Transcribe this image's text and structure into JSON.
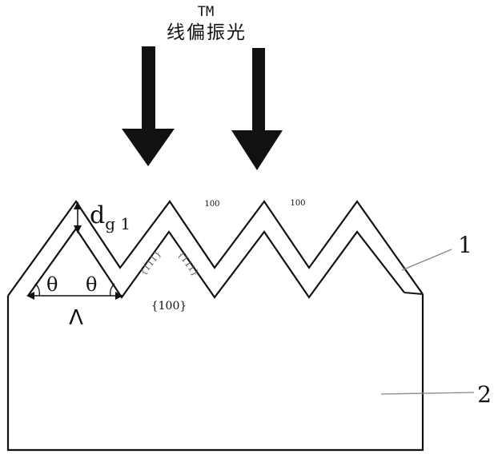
{
  "light": {
    "polarization": "TM",
    "description": "线偏振光"
  },
  "labels": {
    "depth_symbol": "d",
    "depth_subscript": "g 1",
    "angle_left": "θ",
    "angle_right": "θ",
    "period": "Λ",
    "facet_family": "{100}",
    "plane_left": "100",
    "plane_right": "100",
    "facet_small_left": "111",
    "facet_small_right": "111",
    "part_1": "1",
    "part_2": "2"
  },
  "colors": {
    "line": "#111111",
    "arrow": "#111111",
    "leader": "#888888",
    "background": "#ffffff"
  }
}
